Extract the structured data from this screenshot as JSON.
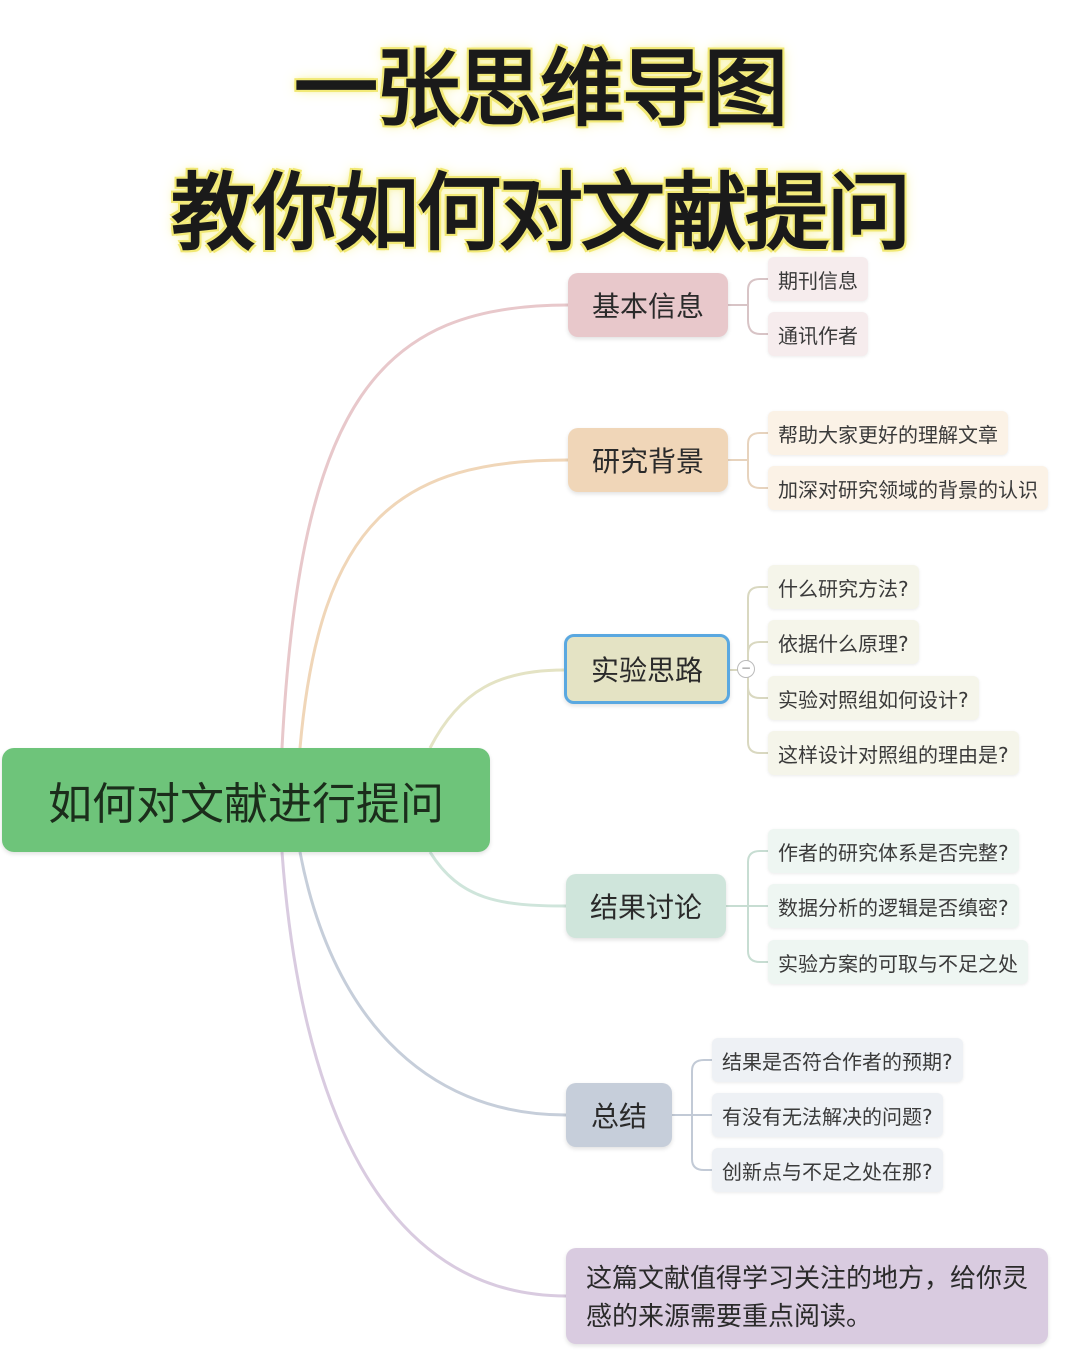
{
  "title": {
    "line1": "一张思维导图",
    "line2": "教你如何对文献提问"
  },
  "root": {
    "label": "如何对文献进行提问"
  },
  "branches": [
    {
      "label": "基本信息",
      "color": "#e8c8cb",
      "leaf_color": "#f6eced",
      "leaves": [
        "期刊信息",
        "通讯作者"
      ]
    },
    {
      "label": "研究背景",
      "color": "#f0d6b8",
      "leaf_color": "#fbf2e6",
      "leaves": [
        "帮助大家更好的理解文章",
        "加深对研究领域的背景的认识"
      ]
    },
    {
      "label": "实验思路",
      "color": "#e4e3c4",
      "leaf_color": "#f5f5ea",
      "leaves": [
        "什么研究方法?",
        "依据什么原理?",
        "实验对照组如何设计?",
        "这样设计对照组的理由是?"
      ]
    },
    {
      "label": "结果讨论",
      "color": "#cfe5db",
      "leaf_color": "#eef6f2",
      "leaves": [
        "作者的研究体系是否完整?",
        "数据分析的逻辑是否缜密?",
        "实验方案的可取与不足之处"
      ]
    },
    {
      "label": "总结",
      "color": "#c6ceda",
      "leaf_color": "#eef1f5",
      "leaves": [
        "结果是否符合作者的预期?",
        "有没有无法解决的问题?",
        "创新点与不足之处在那?"
      ]
    }
  ],
  "note": {
    "text": "这篇文献值得学习关注的地方，给你灵感的来源需要重点阅读。",
    "color": "#d9cbe0"
  }
}
